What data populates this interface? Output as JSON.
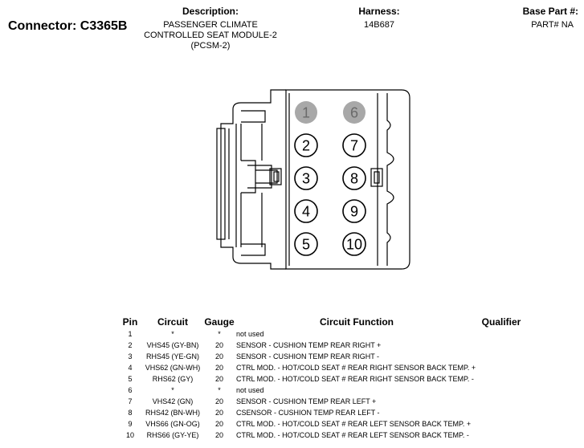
{
  "header": {
    "connector_label": "Connector: C3365B",
    "description_title": "Description:",
    "description_lines": [
      "PASSENGER CLIMATE",
      "CONTROLLED SEAT MODULE-2",
      "(PCSM-2)"
    ],
    "harness_title": "Harness:",
    "harness_value": "14B687",
    "base_part_title": "Base Part #:",
    "base_part_value": "PART# NA"
  },
  "connector": {
    "pins": [
      {
        "label": "1",
        "filled": true
      },
      {
        "label": "6",
        "filled": true
      },
      {
        "label": "2",
        "filled": false
      },
      {
        "label": "7",
        "filled": false
      },
      {
        "label": "3",
        "filled": false
      },
      {
        "label": "8",
        "filled": false
      },
      {
        "label": "4",
        "filled": false
      },
      {
        "label": "9",
        "filled": false
      },
      {
        "label": "5",
        "filled": false
      },
      {
        "label": "10",
        "filled": false
      }
    ],
    "colors": {
      "filled_pin": "#a8a8a8",
      "outline": "#000000"
    }
  },
  "table": {
    "headers": {
      "pin": "Pin",
      "circuit": "Circuit",
      "gauge": "Gauge",
      "function": "Circuit Function",
      "qualifier": "Qualifier"
    },
    "rows": [
      {
        "pin": "1",
        "circuit": "*",
        "gauge": "*",
        "function": "not used",
        "qualifier": ""
      },
      {
        "pin": "2",
        "circuit": "VHS45 (GY-BN)",
        "gauge": "20",
        "function": "SENSOR - CUSHION TEMP REAR RIGHT +",
        "qualifier": ""
      },
      {
        "pin": "3",
        "circuit": "RHS45 (YE-GN)",
        "gauge": "20",
        "function": "SENSOR - CUSHION TEMP REAR RIGHT -",
        "qualifier": ""
      },
      {
        "pin": "4",
        "circuit": "VHS62 (GN-WH)",
        "gauge": "20",
        "function": "CTRL MOD. - HOT/COLD SEAT # REAR RIGHT SENSOR BACK TEMP. +",
        "qualifier": ""
      },
      {
        "pin": "5",
        "circuit": "RHS62 (GY)",
        "gauge": "20",
        "function": "CTRL MOD. - HOT/COLD SEAT # REAR RIGHT SENSOR BACK TEMP. -",
        "qualifier": ""
      },
      {
        "pin": "6",
        "circuit": "*",
        "gauge": "*",
        "function": "not used",
        "qualifier": ""
      },
      {
        "pin": "7",
        "circuit": "VHS42 (GN)",
        "gauge": "20",
        "function": "SENSOR - CUSHION TEMP REAR LEFT +",
        "qualifier": ""
      },
      {
        "pin": "8",
        "circuit": "RHS42 (BN-WH)",
        "gauge": "20",
        "function": "CSENSOR - CUSHION TEMP REAR LEFT -",
        "qualifier": ""
      },
      {
        "pin": "9",
        "circuit": "VHS66 (GN-OG)",
        "gauge": "20",
        "function": "CTRL MOD. - HOT/COLD SEAT # REAR LEFT SENSOR BACK TEMP. +",
        "qualifier": ""
      },
      {
        "pin": "10",
        "circuit": "RHS66 (GY-YE)",
        "gauge": "20",
        "function": "CTRL MOD. - HOT/COLD SEAT # REAR LEFT SENSOR BACK TEMP. -",
        "qualifier": ""
      }
    ]
  }
}
